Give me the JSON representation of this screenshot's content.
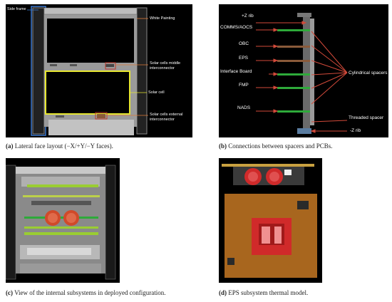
{
  "panels": {
    "a": {
      "caption_letter": "(a)",
      "caption_text": "Lateral face layout (−X/+Y/−Y faces).",
      "labels": {
        "side_frame": "Side frame",
        "white_painting": "White Painting",
        "interconnector_middle_1": "Solar cells middle",
        "interconnector_middle_2": "interconnector",
        "solar_cell": "Solar cell",
        "interconnector_external_1": "Solar cells external",
        "interconnector_external_2": "interconnector"
      }
    },
    "b": {
      "caption_letter": "(b)",
      "caption_text": "Connections between spacers and PCBs.",
      "labels": {
        "plus_z_rib": "+Z rib",
        "comms_aocs": "COMMS/AOCS",
        "obc": "OBC",
        "eps": "EPS",
        "interface_board": "Interface Board",
        "fmp": "FMP",
        "nads": "NADS",
        "cylindrical_spacers": "Cylindrical spacers",
        "threaded_spacer": "Threaded spacer",
        "minus_z_rib": "-Z rib"
      }
    },
    "c": {
      "caption_letter": "(c)",
      "caption_text": "View of the internal subsystems in deployed configuration."
    },
    "d": {
      "caption_letter": "(d)",
      "caption_text": "EPS subsystem thermal model."
    }
  }
}
